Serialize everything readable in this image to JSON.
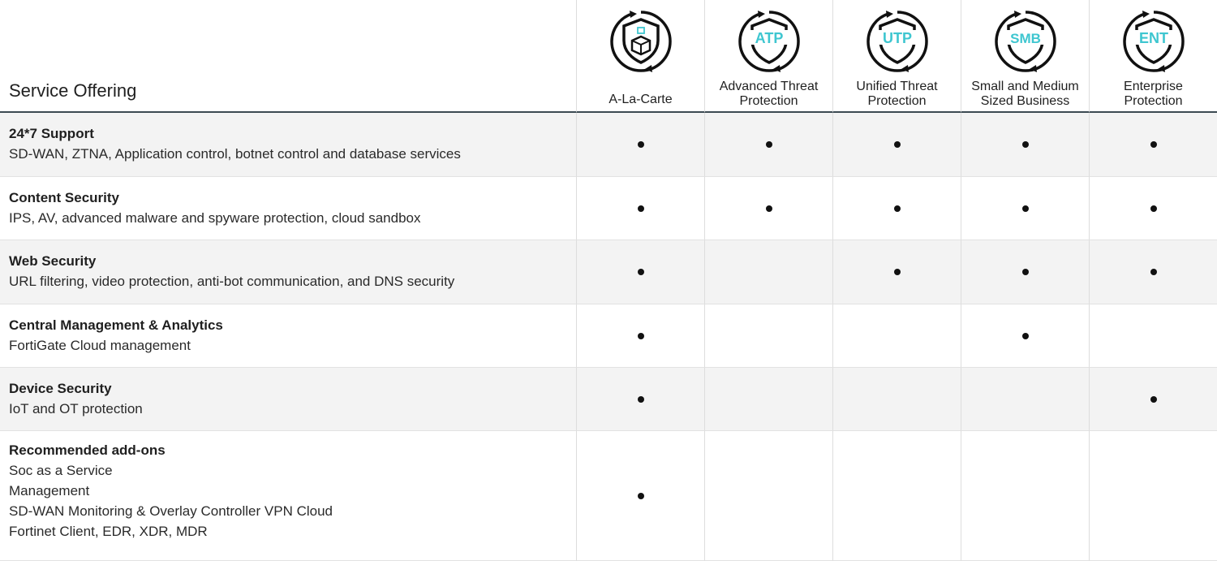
{
  "header": {
    "title": "Service Offering",
    "plans": [
      {
        "id": "alacarte",
        "badge": "",
        "label": "A-La-Carte"
      },
      {
        "id": "atp",
        "badge": "ATP",
        "label": "Advanced Threat Protection"
      },
      {
        "id": "utp",
        "badge": "UTP",
        "label": "Unified Threat Protection"
      },
      {
        "id": "smb",
        "badge": "SMB",
        "label": "Small and Medium Sized Business"
      },
      {
        "id": "ent",
        "badge": "ENT",
        "label": "Enterprise Protection"
      }
    ]
  },
  "colors": {
    "badge_text": "#3ec6d0",
    "icon_dark": "#111111"
  },
  "rows": [
    {
      "name": "24*7 Support",
      "desc": "SD-WAN, ZTNA, Application control, botnet control and database services",
      "marks": [
        true,
        true,
        true,
        true,
        true
      ]
    },
    {
      "name": "Content Security",
      "desc": "IPS, AV, advanced malware and spyware protection, cloud sandbox",
      "marks": [
        true,
        true,
        true,
        true,
        true
      ]
    },
    {
      "name": "Web Security",
      "desc": "URL filtering, video protection, anti-bot communication, and DNS security",
      "marks": [
        true,
        false,
        true,
        true,
        true
      ]
    },
    {
      "name": "Central Management & Analytics",
      "desc": "FortiGate Cloud management",
      "marks": [
        true,
        false,
        false,
        true,
        false
      ]
    },
    {
      "name": "Device Security",
      "desc": "IoT and OT protection",
      "marks": [
        true,
        false,
        false,
        false,
        true
      ]
    },
    {
      "name": "Recommended add-ons",
      "desc": "Soc as a Service\nManagement\nSD-WAN Monitoring & Overlay Controller VPN Cloud\nFortinet Client, EDR, XDR, MDR",
      "marks": [
        true,
        false,
        false,
        false,
        false
      ]
    }
  ]
}
